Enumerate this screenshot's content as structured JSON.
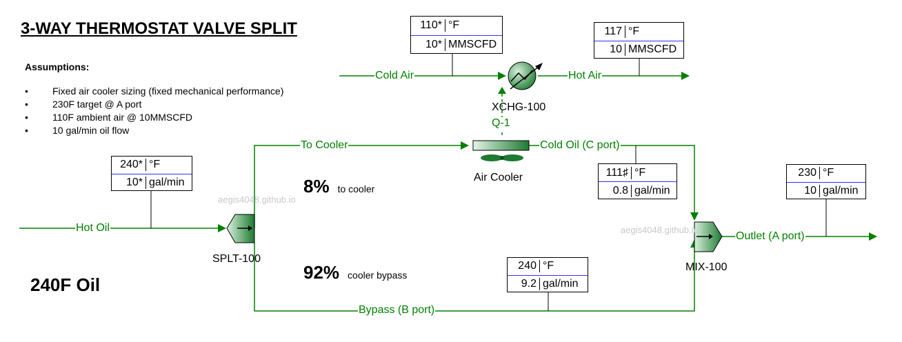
{
  "title": "3-WAY THERMOSTAT VALVE SPLIT",
  "assumptions": {
    "heading": "Assumptions:",
    "bullet": "•",
    "items": [
      "Fixed air cooler sizing (fixed mechanical performance)",
      "230F target @ A port",
      "110F ambient air @ 10MMSCFD",
      "10 gal/min oil flow"
    ]
  },
  "big_label": "240F Oil",
  "splits": {
    "to_cooler": {
      "pct": "8%",
      "note": "to cooler"
    },
    "bypass": {
      "pct": "92%",
      "note": "cooler bypass"
    }
  },
  "streams": {
    "cold_air": "Cold Air",
    "hot_air": "Hot Air",
    "to_cooler": "To Cooler",
    "cold_oil": "Cold Oil (C port)",
    "hot_oil": "Hot Oil",
    "bypass": "Bypass (B port)",
    "outlet": "Outlet (A port)",
    "q1": "Q-1"
  },
  "units": {
    "xchg": "XCHG-100",
    "air_cooler": "Air Cooler",
    "splitter": "SPLT-100",
    "mixer": "MIX-100"
  },
  "watermarks": [
    "aegis4048.github.io",
    "aegis4048.github.io"
  ],
  "data_boxes": {
    "cold_air": {
      "temp": "110*",
      "temp_unit": "°F",
      "flow": "10*",
      "flow_unit": "MMSCFD"
    },
    "hot_air": {
      "temp": "117",
      "temp_unit": "°F",
      "flow": "10",
      "flow_unit": "MMSCFD"
    },
    "hot_oil": {
      "temp": "240*",
      "temp_unit": "°F",
      "flow": "10*",
      "flow_unit": "gal/min"
    },
    "cold_oil": {
      "temp": "111♯",
      "temp_unit": "°F",
      "flow": "0.8",
      "flow_unit": "gal/min"
    },
    "bypass": {
      "temp": "240",
      "temp_unit": "°F",
      "flow": "9.2",
      "flow_unit": "gal/min"
    },
    "outlet": {
      "temp": "230",
      "temp_unit": "°F",
      "flow": "10",
      "flow_unit": "gal/min"
    }
  },
  "colors": {
    "stream": "#008000",
    "unit_fill_dark": "#1e7a32",
    "unit_fill_light": "#d8f0dc",
    "row_divider": "#3030ff"
  }
}
